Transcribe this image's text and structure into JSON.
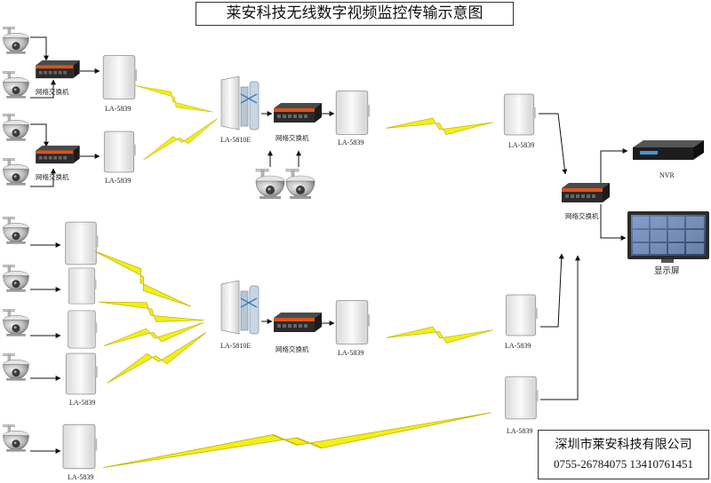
{
  "title": "莱安科技无线数字视频监控传输示意图",
  "labels": {
    "switch": "网络交换机",
    "la5839": "LA-5839",
    "la5810e": "LA-5810E",
    "nvr": "NVR",
    "display": "显示屏"
  },
  "company": {
    "name": "深圳市莱安科技有限公司",
    "phones": "0755-26784075   13410761451"
  },
  "colors": {
    "lightning": "#f2ee1a",
    "line": "#111111",
    "switch_body": "#2a2a2a",
    "switch_stripe": "#d9541e"
  }
}
